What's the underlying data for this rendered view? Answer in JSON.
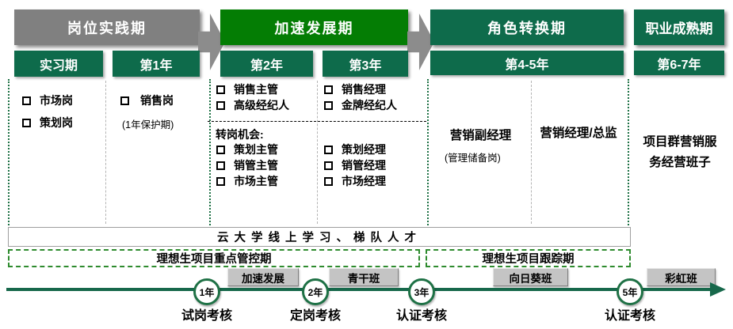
{
  "title_headers": {
    "practice": "岗位实践期",
    "accelerate": "加速发展期",
    "transition": "角色转换期",
    "mature": "职业成熟期"
  },
  "period_headers": {
    "intern": "实习期",
    "year1": "第1年",
    "year2": "第2年",
    "year3": "第3年",
    "year45": "第4-5年",
    "year67": "第6-7年"
  },
  "intern_col": {
    "items": [
      "市场岗",
      "策划岗"
    ]
  },
  "year1_col": {
    "item": "销售岗",
    "note": "(1年保护期)"
  },
  "year2_col": {
    "top": [
      "销售主管",
      "高级经纪人"
    ],
    "transfer_title": "转岗机会:",
    "bottom": [
      "策划主管",
      "销管主管",
      "市场主管"
    ]
  },
  "year3_col": {
    "top": [
      "销售经理",
      "金牌经纪人"
    ],
    "bottom": [
      "策划经理",
      "销管经理",
      "市场经理"
    ]
  },
  "year45_col": {
    "left_title": "营销副经理",
    "left_note": "(管理储备岗)",
    "right_title": "营销经理/总监"
  },
  "year67_col": {
    "lines": [
      "项目群营销服",
      "务经营班子"
    ]
  },
  "bands": {
    "training": "云大学线上学习、梯队人才",
    "control": "理想生项目重点管控期",
    "tracking": "理想生项目跟踪期"
  },
  "timeline": {
    "classes": [
      "加速发展",
      "青干班",
      "向日葵班",
      "彩虹班"
    ],
    "milestones": [
      {
        "year": "1年",
        "label": "试岗考核"
      },
      {
        "year": "2年",
        "label": "定岗考核"
      },
      {
        "year": "3年",
        "label": "认证考核"
      },
      {
        "year": "5年",
        "label": "认证考核"
      }
    ]
  },
  "colors": {
    "dark_green": "#0E6B4B",
    "bright_green": "#047D04",
    "header_gray": "#808080",
    "class_box_gray": "#C4C4C4",
    "timeline_green": "#17684B",
    "dashed_band_green": "#2E8B2E"
  }
}
